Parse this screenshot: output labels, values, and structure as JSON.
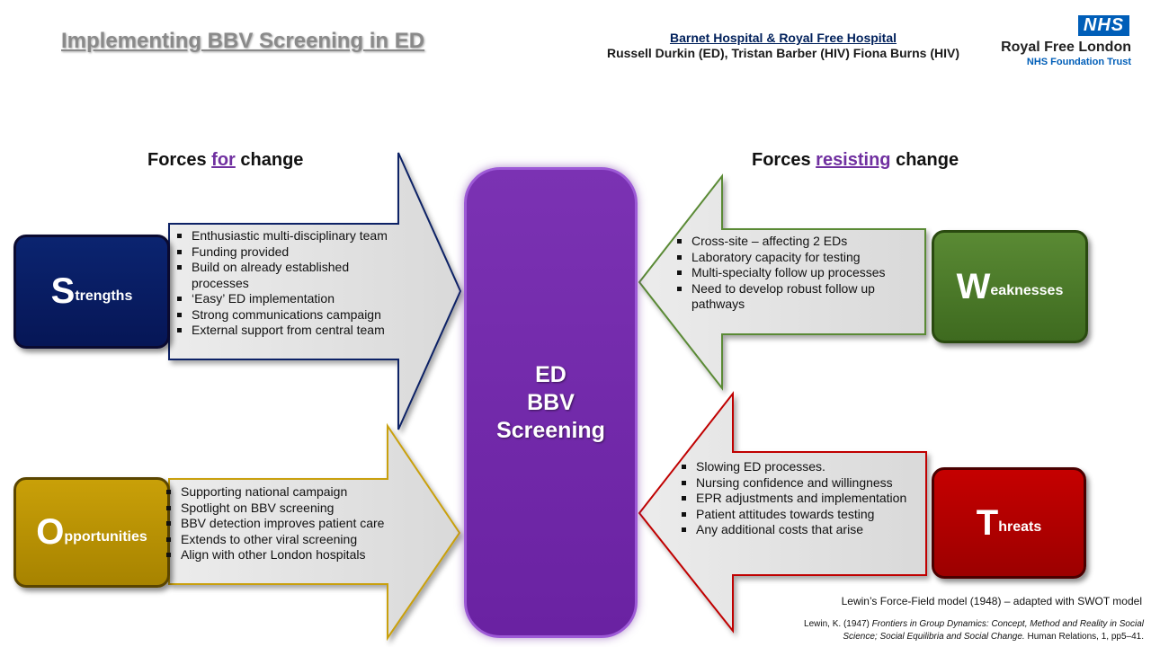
{
  "header": {
    "title": "Implementing BBV Screening in ED",
    "hospitals": "Barnet Hospital & Royal Free Hospital",
    "authors": "Russell Durkin (ED), Tristan Barber (HIV) Fiona Burns (HIV)"
  },
  "logo": {
    "badge": "NHS",
    "org": "Royal Free London",
    "trust": "NHS Foundation Trust"
  },
  "headings": {
    "left": {
      "prefix": "Forces ",
      "highlight": "for",
      "suffix": " change"
    },
    "right": {
      "prefix": "Forces ",
      "highlight": "resisting",
      "suffix": " change"
    }
  },
  "center": {
    "line1": "ED",
    "line2": "BBV",
    "line3": "Screening"
  },
  "swot": {
    "strengths": {
      "initial": "S",
      "rest": "trengths"
    },
    "weaknesses": {
      "initial": "W",
      "rest": "eaknesses"
    },
    "opportunities": {
      "initial": "O",
      "rest": "pportunities"
    },
    "threats": {
      "initial": "T",
      "rest": "hreats"
    }
  },
  "lists": {
    "strengths": [
      "Enthusiastic multi-disciplinary team",
      "Funding provided",
      "Build on already established processes",
      "‘Easy’ ED implementation",
      "Strong communications campaign",
      "External support from central team"
    ],
    "weaknesses": [
      "Cross-site – affecting 2 EDs",
      "Laboratory capacity for testing",
      "Multi-specialty follow up processes",
      "Need to develop robust follow up pathways"
    ],
    "opportunities": [
      "Supporting national campaign",
      "Spotlight on BBV screening",
      "BBV detection improves patient care",
      "Extends to other viral screening",
      "Align with other London hospitals"
    ],
    "threats": [
      "Slowing ED processes.",
      "Nursing confidence and willingness",
      "EPR adjustments and implementation",
      "Patient attitudes towards testing",
      "Any additional costs that arise"
    ]
  },
  "footer": {
    "model": "Lewin’s Force-Field model (1948) – adapted with SWOT model",
    "ref_author": "Lewin, K. (1947) ",
    "ref_title": "Frontiers in Group Dynamics: Concept, Method and Reality in Social Science; Social Equilibria and Social Change.",
    "ref_journal": " Human Relations, 1, pp5–41."
  },
  "colors": {
    "purple": "#7030a0",
    "strengths": "#061656",
    "weaknesses": "#4a7a28",
    "opportunities": "#b8900a",
    "threats": "#b00000",
    "nhs_blue": "#005eb8"
  }
}
